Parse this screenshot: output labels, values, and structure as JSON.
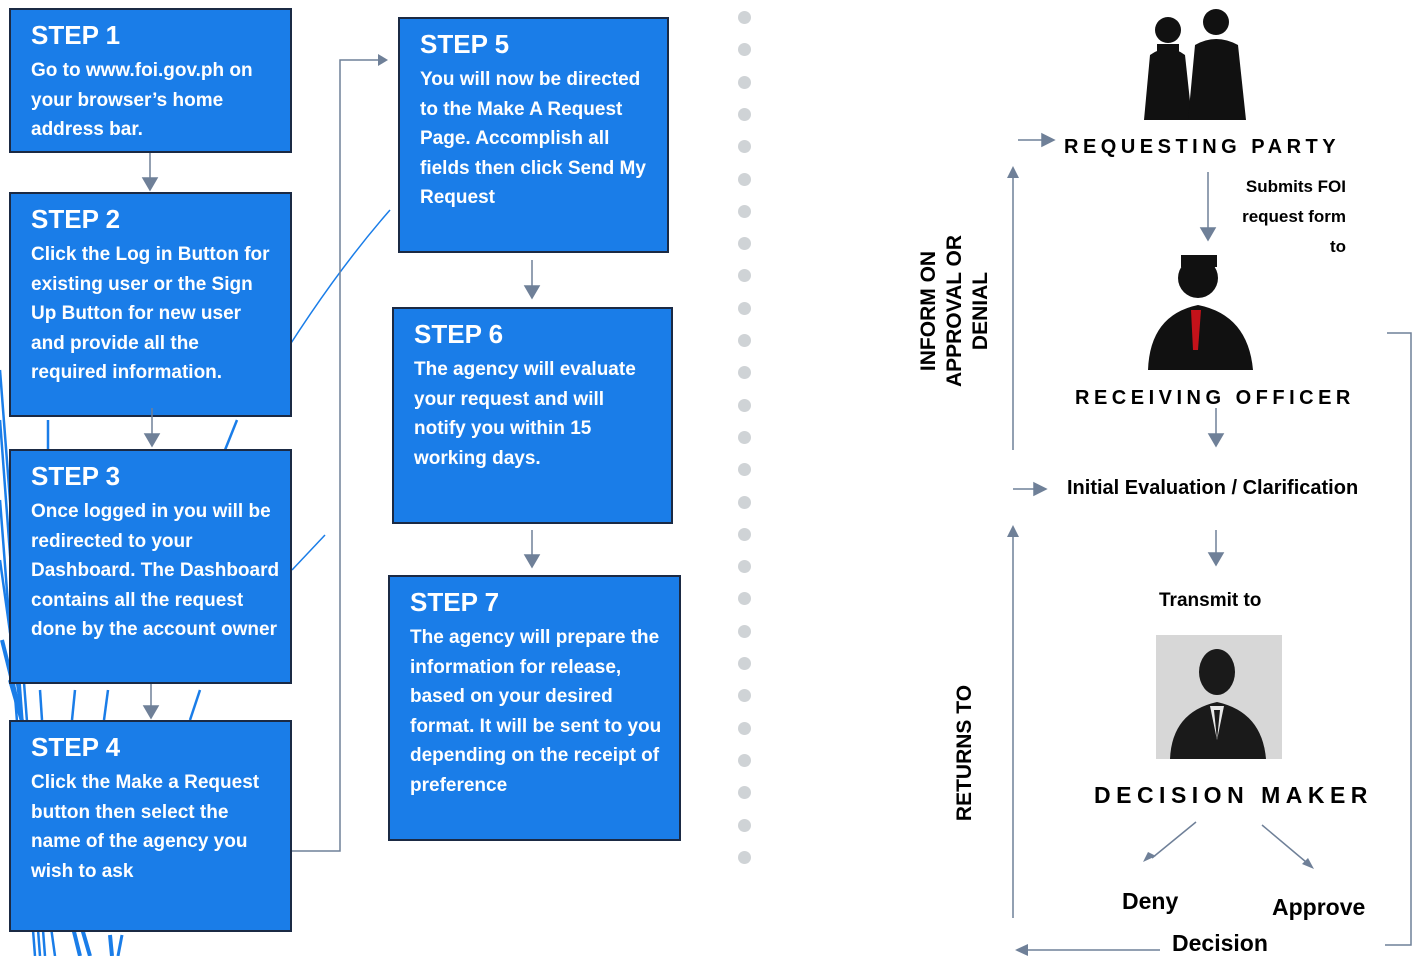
{
  "steps": [
    {
      "title": "STEP 1",
      "text": "Go to www.foi.gov.ph on your browser’s home address bar."
    },
    {
      "title": "STEP 2",
      "text": "Click the Log in Button for existing user or the Sign Up Button for new user and provide all the required information."
    },
    {
      "title": "STEP 3",
      "text": "Once logged in you will be redirected to your Dashboard. The Dashboard contains all the request done by the account owner"
    },
    {
      "title": "STEP 4",
      "text": "Click the Make a Request button then select the name of the agency you wish to ask"
    },
    {
      "title": "STEP 5",
      "text": "You will now be directed to the Make A Request Page. Accomplish all fields then click Send My Request"
    },
    {
      "title": "STEP 6",
      "text": "The agency will evaluate your request and will notify you within 15 working days."
    },
    {
      "title": "STEP 7",
      "text": "The agency will prepare the information for release, based on your desired format. It will be sent to you depending on the receipt of preference"
    }
  ],
  "flow": {
    "requesting_party": "REQUESTING PARTY",
    "submits": "Submits FOI request form to",
    "receiving_officer": "RECEIVING OFFICER",
    "initial_evaluation": "Initial Evaluation / Clarification",
    "transmit": "Transmit to",
    "decision_maker": "DECISION MAKER",
    "deny": "Deny",
    "approve": "Approve",
    "decision": "Decision",
    "inform": "INFORM ON APPROVAL OR DENIAL",
    "returns": "RETURNS TO"
  },
  "colors": {
    "box": "#1a7de8",
    "arrow": "#6f8098",
    "dots": "#cfd3d6"
  }
}
